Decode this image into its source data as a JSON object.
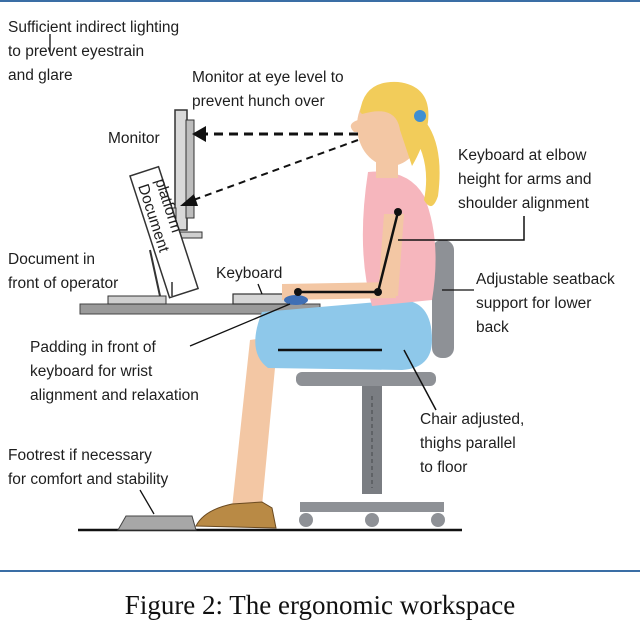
{
  "labels": {
    "lighting": [
      "Sufficient indirect lighting",
      "to prevent eyestrain",
      "and glare"
    ],
    "monitor_eye_level": [
      "Monitor at eye level to",
      "prevent hunch over"
    ],
    "monitor": "Monitor",
    "document_platform": [
      "Document",
      "platform"
    ],
    "document_front": [
      "Document in",
      "front of operator"
    ],
    "keyboard": "Keyboard",
    "keyboard_elbow": [
      "Keyboard at elbow",
      "height for arms and",
      "shoulder alignment"
    ],
    "seatback": [
      "Adjustable seatback",
      "support for lower",
      "back"
    ],
    "padding": [
      "Padding in front of",
      "keyboard for wrist",
      "alignment and relaxation"
    ],
    "chair": [
      "Chair adjusted,",
      "thighs parallel",
      "to floor"
    ],
    "footrest": [
      "Footrest if necessary",
      "for comfort and stability"
    ]
  },
  "caption": "Figure 2: The ergonomic workspace",
  "colors": {
    "frame": "#3a6ea5",
    "hair": "#f2cc5a",
    "skin": "#f3c7a4",
    "shirt": "#f6b6bd",
    "shorts": "#8ec8ea",
    "chair": "#8e9196",
    "shoe": "#b98a45",
    "wrist_pad": "#3f6fb5"
  }
}
